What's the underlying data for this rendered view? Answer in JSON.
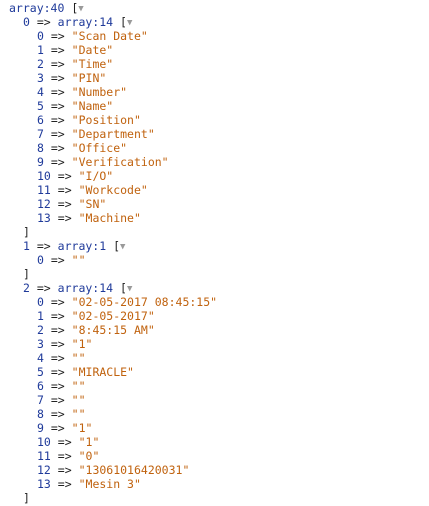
{
  "root": {
    "label": "array:40",
    "open": "["
  },
  "toggle_glyph": "▼",
  "arrow": "=>",
  "close": "]",
  "array_prefix": "array:",
  "groups": [
    {
      "index": "0",
      "count": "14",
      "items": [
        {
          "i": "0",
          "v": "\"Scan Date\""
        },
        {
          "i": "1",
          "v": "\"Date\""
        },
        {
          "i": "2",
          "v": "\"Time\""
        },
        {
          "i": "3",
          "v": "\"PIN\""
        },
        {
          "i": "4",
          "v": "\"Number\""
        },
        {
          "i": "5",
          "v": "\"Name\""
        },
        {
          "i": "6",
          "v": "\"Position\""
        },
        {
          "i": "7",
          "v": "\"Department\""
        },
        {
          "i": "8",
          "v": "\"Office\""
        },
        {
          "i": "9",
          "v": "\"Verification\""
        },
        {
          "i": "10",
          "v": "\"I/O\""
        },
        {
          "i": "11",
          "v": "\"Workcode\""
        },
        {
          "i": "12",
          "v": "\"SN\""
        },
        {
          "i": "13",
          "v": "\"Machine\""
        }
      ]
    },
    {
      "index": "1",
      "count": "1",
      "items": [
        {
          "i": "0",
          "v": "\"\""
        }
      ]
    },
    {
      "index": "2",
      "count": "14",
      "items": [
        {
          "i": "0",
          "v": "\"02-05-2017 08:45:15\""
        },
        {
          "i": "1",
          "v": "\"02-05-2017\""
        },
        {
          "i": "2",
          "v": "\"8:45:15 AM\""
        },
        {
          "i": "3",
          "v": "\"1\""
        },
        {
          "i": "4",
          "v": "\"\""
        },
        {
          "i": "5",
          "v": "\"MIRACLE\""
        },
        {
          "i": "6",
          "v": "\"\""
        },
        {
          "i": "7",
          "v": "\"\""
        },
        {
          "i": "8",
          "v": "\"\""
        },
        {
          "i": "9",
          "v": "\"1\""
        },
        {
          "i": "10",
          "v": "\"1\""
        },
        {
          "i": "11",
          "v": "\"0\""
        },
        {
          "i": "12",
          "v": "\"13061016420031\""
        },
        {
          "i": "13",
          "v": "\"Mesin 3\""
        }
      ]
    }
  ]
}
